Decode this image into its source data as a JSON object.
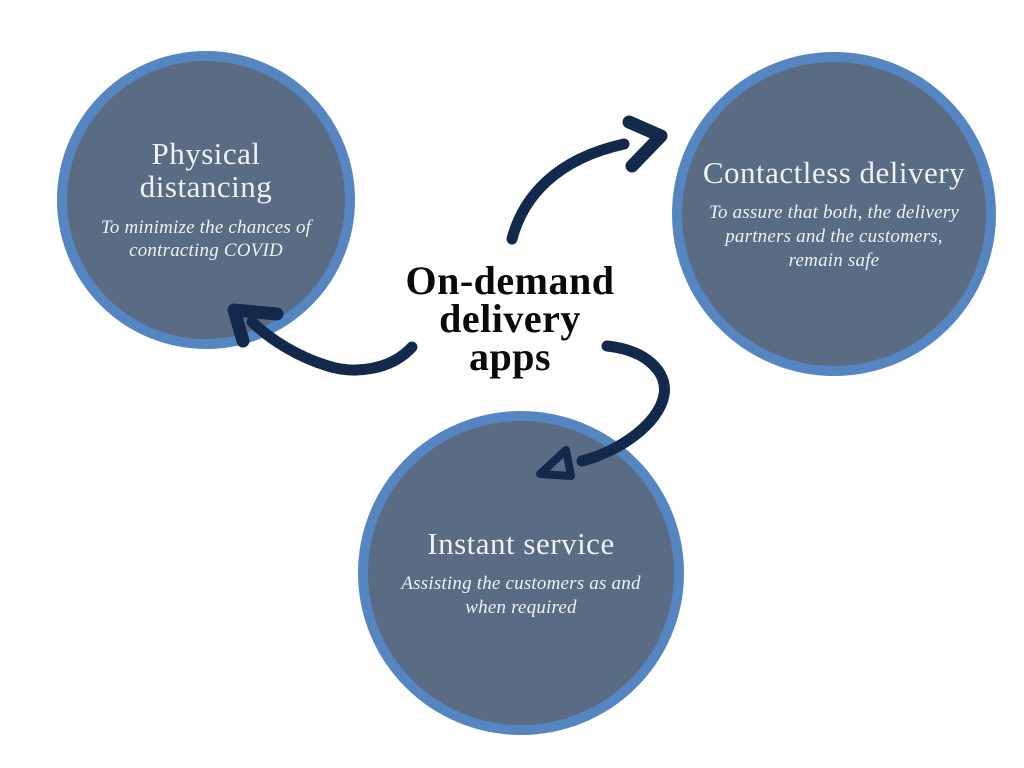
{
  "title": {
    "lines": [
      "On-demand",
      "delivery",
      "apps"
    ]
  },
  "nodes": [
    {
      "id": "physical-distancing",
      "title_lines": [
        "Physical",
        "distancing"
      ],
      "desc_lines": [
        "To minimize the chances of",
        "contracting COVID"
      ]
    },
    {
      "id": "contactless-delivery",
      "title_lines": [
        "Contactless delivery"
      ],
      "desc_lines": [
        "To assure that both, the delivery",
        "partners and the customers,",
        "remain safe"
      ]
    },
    {
      "id": "instant-service",
      "title_lines": [
        "Instant service"
      ],
      "desc_lines": [
        "Assisting the customers as and",
        "when required"
      ]
    }
  ],
  "colors": {
    "background": "#ffffff",
    "circle_fill": "#5a6b84",
    "circle_border": "#5586c2",
    "circle_text": "#eef1f5",
    "title_text": "#0a0a0a",
    "arrow": "#13294b"
  }
}
